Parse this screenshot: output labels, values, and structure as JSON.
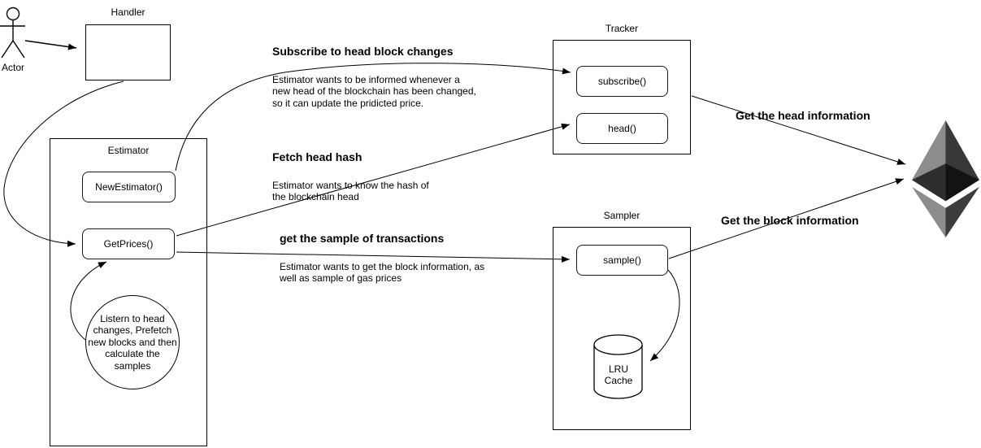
{
  "diagram": {
    "actor": {
      "label": "Actor"
    },
    "handler": {
      "label": "Handler"
    },
    "estimator": {
      "label": "Estimator",
      "new_estimator_label": "NewEstimator()",
      "get_prices_label": "GetPrices()",
      "note": "Listern to head\nchanges, Prefetch\nnew blocks and then\ncalculate the\nsamples"
    },
    "tracker": {
      "label": "Tracker",
      "subscribe_label": "subscribe()",
      "head_label": "head()"
    },
    "sampler": {
      "label": "Sampler",
      "sample_label": "sample()",
      "lru_cache_label": "LRU\nCache"
    },
    "annotations": {
      "subscribe": {
        "title": "Subscribe to head block changes",
        "description": "Estimator wants to be informed whenever a\nnew head of the blockchain has been changed,\nso it can update the pridicted price."
      },
      "fetch": {
        "title": "Fetch head hash",
        "description": "Estimator wants to know the hash of\nthe blockchain head"
      },
      "sample": {
        "title": "get the sample of transactions",
        "description": "Estimator wants to get the block information, as\nwell as sample of gas prices"
      },
      "head_info": {
        "title": "Get the head information"
      },
      "block_info": {
        "title": "Get the block information"
      }
    },
    "ethereum_logo": {
      "name": "ethereum-logo",
      "colors": {
        "top_left": "#8C8C8C",
        "top_right": "#383838",
        "belt_left": "#2E2E2E",
        "belt_right": "#131313",
        "bottom_left": "#8C8C8C",
        "bottom_right": "#3C3C3C"
      }
    },
    "stroke_color": "#000000",
    "background": "#FFFFFF"
  }
}
